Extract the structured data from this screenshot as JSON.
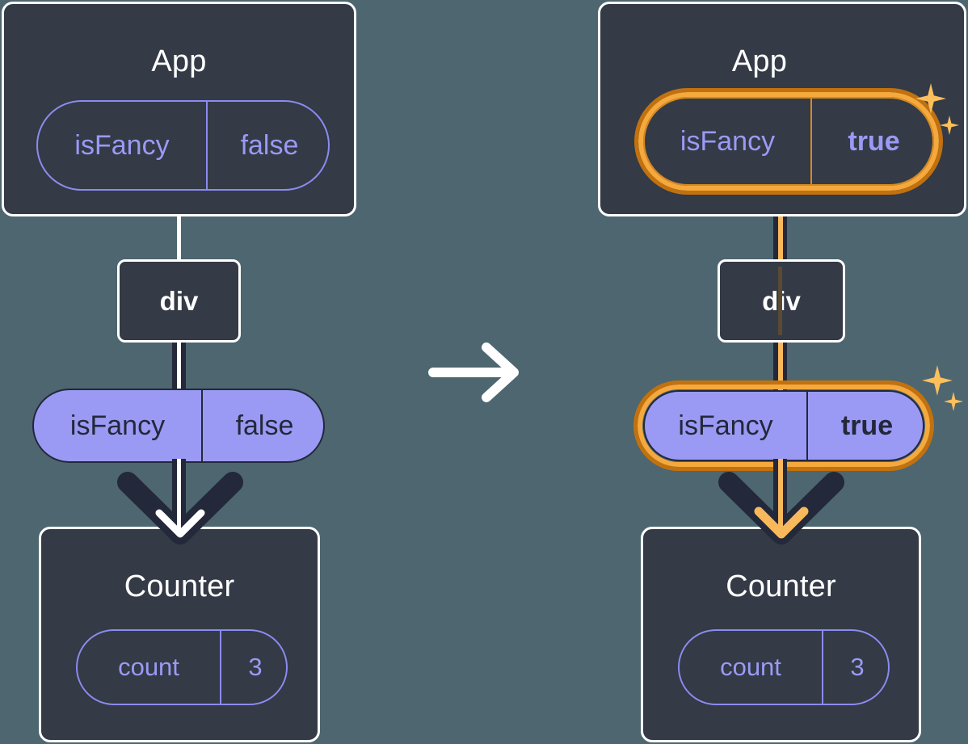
{
  "background_color": "#4d6670",
  "palette": {
    "panel": "#343a46",
    "panel_border": "#ffffff",
    "pill_fill": "#9a9af5",
    "pill_outline": "#8b8bf0",
    "pill_text_dark": "#23283a",
    "highlight_outer": "#c2710f",
    "highlight_inner": "#f5a93c",
    "sparkle": "#fbbf5c",
    "connector_dark": "#23283a",
    "connector_light": "#ffffff",
    "connector_amber": "#f8b85c"
  },
  "transition": {
    "icon": "right-arrow-icon",
    "label": "→"
  },
  "before": {
    "app": {
      "title": "App",
      "state": {
        "key": "isFancy",
        "value": "false",
        "value_bold": false,
        "highlighted": false
      }
    },
    "div": {
      "label": "div"
    },
    "prop": {
      "key": "isFancy",
      "value": "false",
      "value_bold": false,
      "highlighted": false
    },
    "counter": {
      "title": "Counter",
      "state": {
        "key": "count",
        "value": "3",
        "value_bold": false,
        "highlighted": false
      }
    }
  },
  "after": {
    "app": {
      "title": "App",
      "state": {
        "key": "isFancy",
        "value": "true",
        "value_bold": true,
        "highlighted": true
      }
    },
    "div": {
      "label": "div"
    },
    "prop": {
      "key": "isFancy",
      "value": "true",
      "value_bold": true,
      "highlighted": true
    },
    "counter": {
      "title": "Counter",
      "state": {
        "key": "count",
        "value": "3",
        "value_bold": false,
        "highlighted": false
      }
    },
    "sparkles": [
      {
        "name": "sparkle-app-big"
      },
      {
        "name": "sparkle-app-small"
      },
      {
        "name": "sparkle-prop-big"
      },
      {
        "name": "sparkle-prop-small"
      }
    ]
  }
}
